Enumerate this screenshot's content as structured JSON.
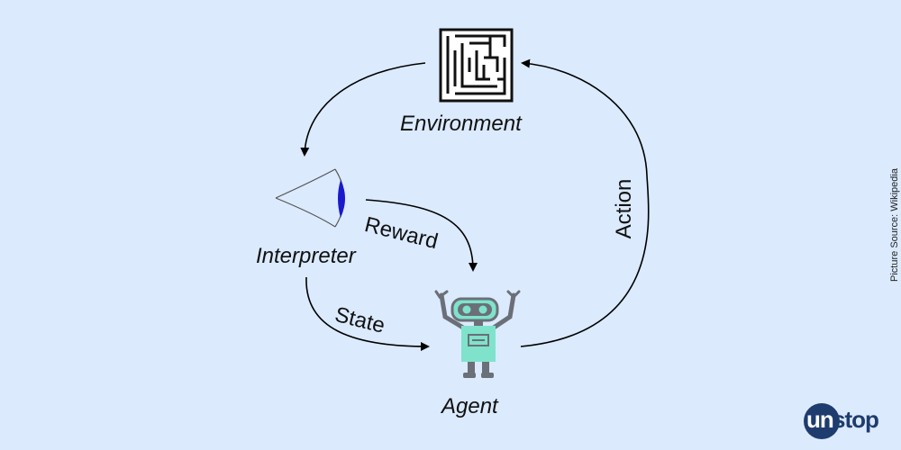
{
  "diagram": {
    "nodes": {
      "environment": "Environment",
      "interpreter": "Interpreter",
      "agent": "Agent"
    },
    "edges": {
      "reward": "Reward",
      "state": "State",
      "action": "Action"
    },
    "icons": {
      "environment": "maze-icon",
      "interpreter": "eye-icon",
      "agent": "robot-icon"
    }
  },
  "source_note": "Picture Source: Wikipedia",
  "logo": {
    "part1": "un",
    "part2": "stop"
  },
  "colors": {
    "background": "#dbeafd",
    "robot": "#7fe3cc",
    "robot_frame": "#6b6f77",
    "eye_iris": "#1a1acc",
    "logo": "#1f3c6e"
  }
}
